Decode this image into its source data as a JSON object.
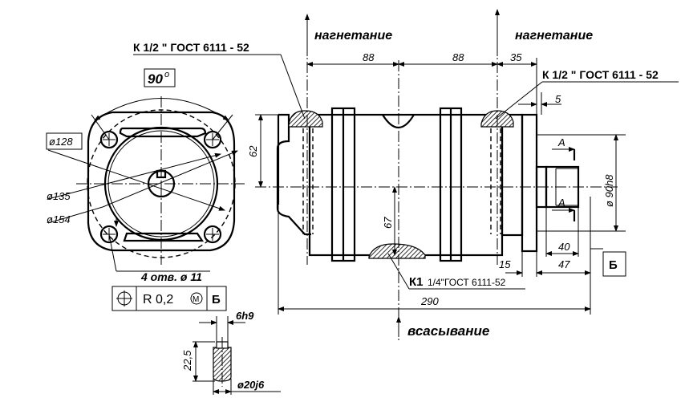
{
  "labels": {
    "discharge_left": "нагнетание",
    "discharge_right": "нагнетание",
    "suction": "всасывание",
    "port_top_left": "К 1/2 \" ГОСТ 6111 - 52",
    "port_top_right": "К 1/2 \" ГОСТ 6111 - 52",
    "port_bottom_k": "К1",
    "port_bottom_rest": "1/4\"ГОСТ 6111-52",
    "section_a_top": "А",
    "section_a_bottom": "А",
    "datum_b_box": "Б"
  },
  "dimensions": {
    "angle": "90",
    "angle_degree": "o",
    "d128": "ø128",
    "d135": "ø135",
    "d154": "ø154",
    "holes": "4 отв. ø 11",
    "len_88_left": "88",
    "len_88_right": "88",
    "len_35": "35",
    "len_5": "5",
    "len_62": "62",
    "len_67": "67",
    "d90": "ø 90h8",
    "len_40": "40",
    "len_47": "47",
    "len_15": "15",
    "len_290": "290",
    "key_6h9": "6h9",
    "key_22_5": "22,5",
    "shaft_d20": "ø20j6"
  },
  "tolerance_frame": {
    "value": "R 0,2",
    "modifier": "M",
    "datum": "Б"
  }
}
